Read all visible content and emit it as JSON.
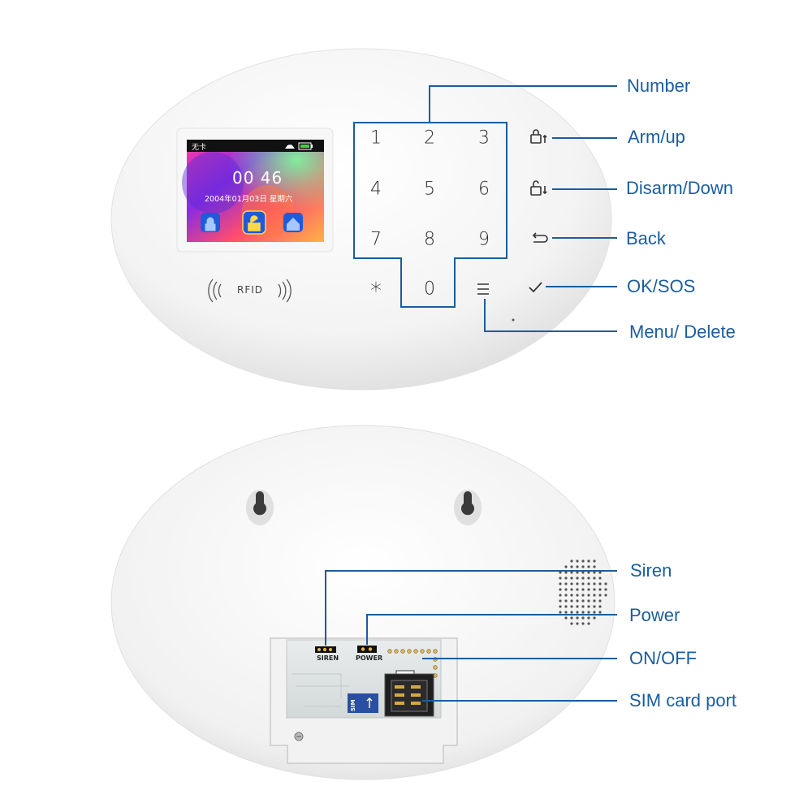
{
  "screen": {
    "carrier": "无卡",
    "time": "00 46",
    "date": "2004年01月03日 星期六"
  },
  "keypad": {
    "keys": [
      "1",
      "2",
      "3",
      "4",
      "5",
      "6",
      "7",
      "8",
      "9",
      "*",
      "0"
    ]
  },
  "rfid_label": "RFID",
  "labels": {
    "number": "Number",
    "arm_up": "Arm/up",
    "disarm_down": "Disarm/Down",
    "back": "Back",
    "ok_sos": "OK/SOS",
    "menu_delete": "Menu/ Delete",
    "siren": "Siren",
    "power": "Power",
    "on_off": "ON/OFF",
    "sim_card_port": "SIM card port"
  },
  "board": {
    "siren_label": "SIREN",
    "power_label": "POWER",
    "sim_label": "SIM"
  },
  "colors": {
    "callout_line": "#1b5d9e",
    "callout_text": "#1b5d9e",
    "keypad_outline": "#1b5d9e"
  }
}
